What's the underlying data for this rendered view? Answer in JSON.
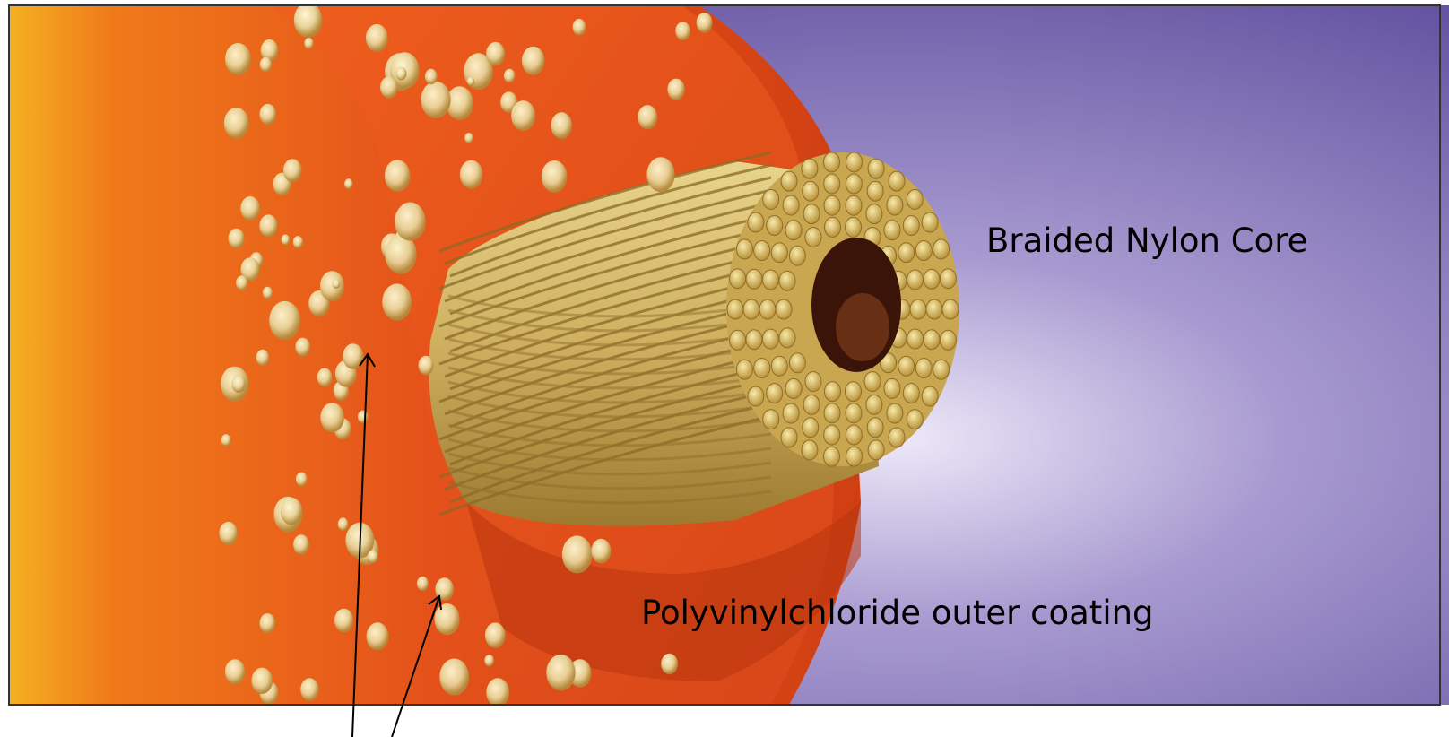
{
  "labels": {
    "core": "Braided Nylon Core",
    "coating": "Polyvinylchloride outer coating"
  },
  "colors": {
    "background_purple": "#6a5aa8",
    "background_light": "#d8d2ee",
    "coating_orange": "#e8531a",
    "coating_dark": "#c23a0f",
    "coating_yellow": "#f2a21e",
    "strand_gold": "#d9bf6a",
    "strand_light": "#f2e3a6",
    "bubble_cream": "#efe2b0",
    "hollow_dark": "#3a1408"
  },
  "icons": [
    "arrow-left-pointer",
    "arrow-right-pointer"
  ]
}
